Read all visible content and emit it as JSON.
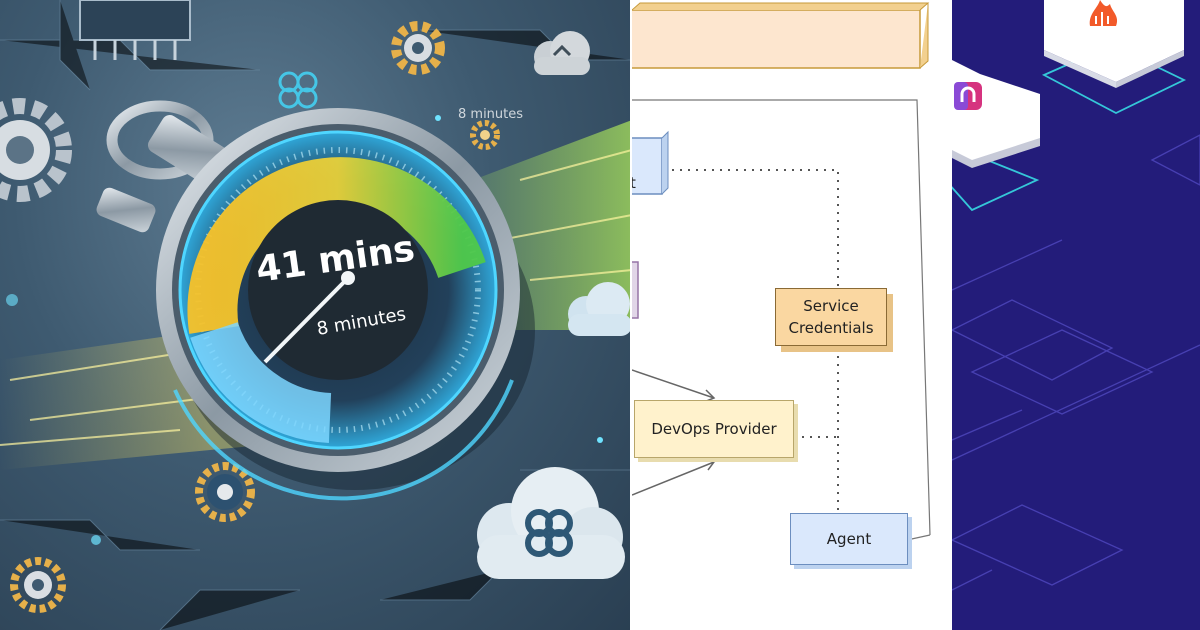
{
  "stopwatch": {
    "main_readout": "41 mins",
    "sub_readout": "8 minutes",
    "background_text": "8 minutes"
  },
  "diagram": {
    "clipped_label": "t",
    "nodes": {
      "service_credentials": "Service\nCredentials",
      "devops_provider": "DevOps Provider",
      "agent": "Agent"
    }
  },
  "colors": {
    "panel3_background": "#231c7a",
    "devops_provider": "#fff2cc",
    "service_credentials": "#fad7a1",
    "agent": "#dae8fc",
    "accent_orange": "#f25a2a",
    "accent_pink": "#d6337f",
    "cyan_line": "#35c7d8"
  },
  "icons": [
    "gear-icon",
    "cloud-icon",
    "butterfly-icon",
    "flame-icon",
    "magnet-icon"
  ]
}
